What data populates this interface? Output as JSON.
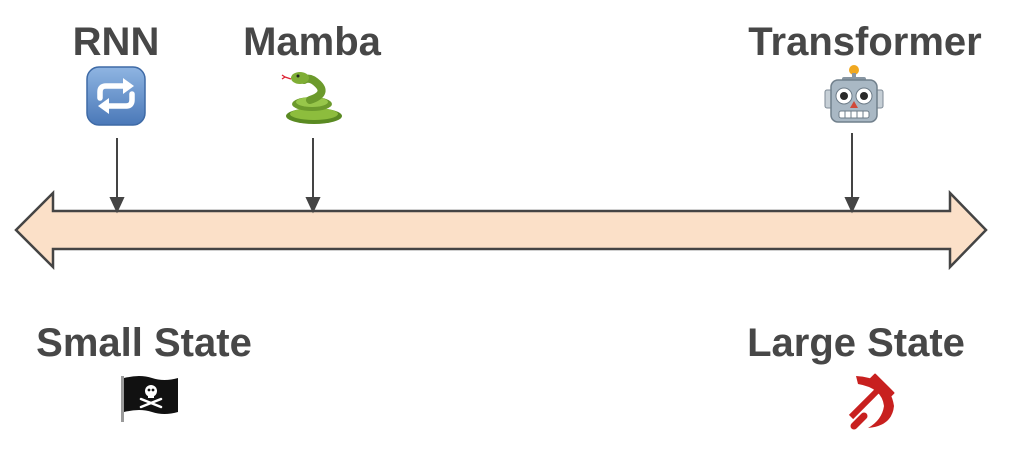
{
  "diagram": {
    "models": [
      {
        "name": "RNN",
        "icon": "repeat-button-icon"
      },
      {
        "name": "Mamba",
        "icon": "snake-icon"
      },
      {
        "name": "Transformer",
        "icon": "robot-icon"
      }
    ],
    "ends": {
      "left": {
        "label": "Small State",
        "icon": "pirate-flag-icon"
      },
      "right": {
        "label": "Large State",
        "icon": "hammer-and-sickle-icon"
      }
    }
  },
  "colors": {
    "axis_fill": "#fbe0c8",
    "axis_stroke": "#444444",
    "text": "#474747",
    "repeat_button": "#5b87c2",
    "snake": "#6c9a2c",
    "robot": "#9fb0bd",
    "flag": "#111111",
    "sickle": "#c8201f"
  }
}
